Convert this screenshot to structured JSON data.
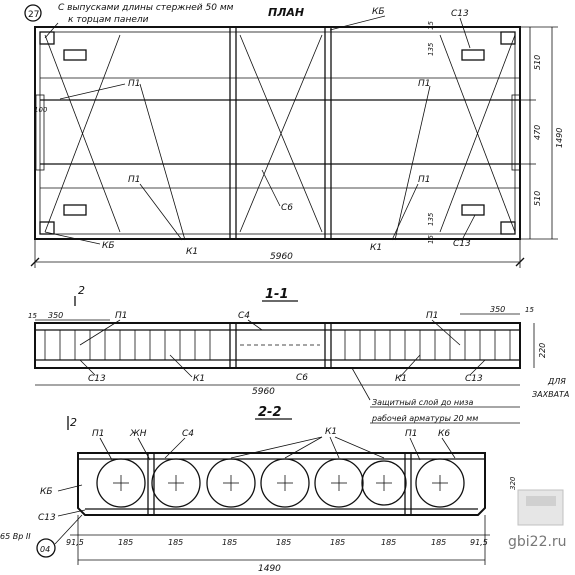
{
  "note": {
    "circle_label": "27",
    "text_line1": "С выпусками длины стержней 50 мм",
    "text_line2": "к торцам панели"
  },
  "plan": {
    "title": "ПЛАН",
    "labels": {
      "kb_top": "КБ",
      "c13_top": "С13",
      "p1_left": "П1",
      "p1_right": "П1",
      "p1_left_low": "П1",
      "p1_right_low": "П1",
      "c6": "С6",
      "kb_bottom": "КБ",
      "k1_left": "К1",
      "k1_right": "К1",
      "c13_bottom": "С13"
    },
    "dims": {
      "length": "5960",
      "width": "1490",
      "d510_top": "510",
      "d470": "470",
      "d510_bottom": "510",
      "d135_top": "135",
      "d135_bottom": "135",
      "d15_top": "15",
      "d15_bottom": "15",
      "d100": "100"
    }
  },
  "section11": {
    "title": "1-1",
    "cut_mark": "2",
    "labels": {
      "p1_left": "П1",
      "p1_right": "П1",
      "c4": "С4",
      "c13_left": "С13",
      "c13_right": "С13",
      "k1_left": "К1",
      "k1_right": "К1",
      "c6": "С6"
    },
    "dims": {
      "d15_left": "15",
      "d350_left": "350",
      "d350_right": "350",
      "d15_right": "15",
      "d220": "220",
      "length": "5960"
    },
    "note_line1": "Защитный слой до низа",
    "note_line2": "рабочей арматуры 20 мм",
    "side_text_line1": "ДЛЯ",
    "side_text_line2": "ЗАХВАТА"
  },
  "section22": {
    "title": "2-2",
    "cut_mark": "2",
    "labels": {
      "p1_left": "П1",
      "zh": "ЖН",
      "c4": "С4",
      "k1": "К1",
      "p1_right": "П1",
      "k6": "К6",
      "kb": "КБ",
      "c13": "С13",
      "bottom_left": "65 Вр II",
      "circle_04": "04"
    },
    "dims": {
      "d915_left": "91,5",
      "spans": [
        "185",
        "185",
        "185",
        "185",
        "185",
        "185",
        "185"
      ],
      "d915_right": "91,5",
      "width": "1490",
      "right_small": "320"
    }
  },
  "watermark": "gbi22.ru"
}
